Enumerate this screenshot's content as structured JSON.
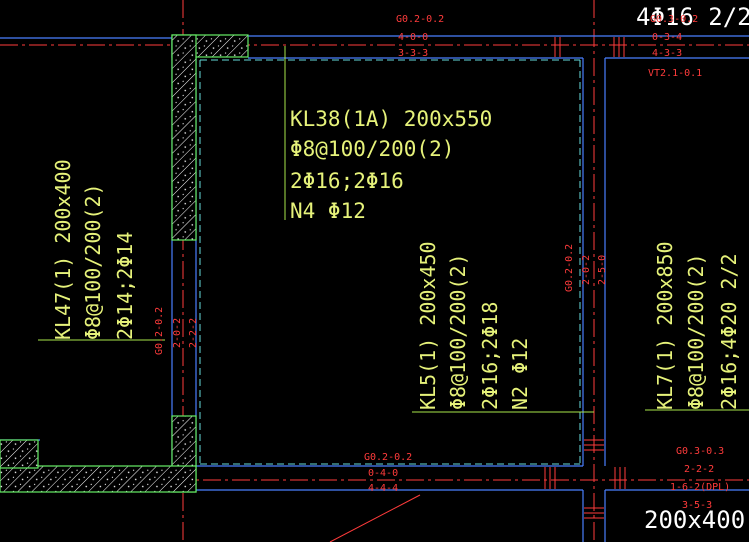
{
  "colors": {
    "background": "#000000",
    "beam_outline": "#4a7fff",
    "column_outline": "#66ee66",
    "dashed_beam": "#66dddd",
    "annotation_yellow": "#e6f27a",
    "annotation_red": "#ff3b3b",
    "leader_green": "#a8e64a",
    "white_text": "#ffffff",
    "hatch": "#ffffff"
  },
  "beams": {
    "kl38": {
      "l1": "KL38(1A) 200x550",
      "l2": "Φ8@100/200(2)",
      "l3": "2Φ16;2Φ16",
      "l4": "N4 Φ12"
    },
    "kl47": {
      "l1": "KL47(1) 200x400",
      "l2": "Φ8@100/200(2)",
      "l3": "2Φ14;2Φ14"
    },
    "kl5": {
      "l1": "KL5(1) 200x450",
      "l2": "Φ8@100/200(2)",
      "l3": "2Φ16;2Φ18",
      "l4": "N2 Φ12"
    },
    "kl7": {
      "l1": "KL7(1) 200x850",
      "l2": "Φ8@100/200(2)",
      "l3": "2Φ16;4Φ20 2/2"
    }
  },
  "top_right": {
    "rebar": "4Φ16 2/2",
    "section": "200x400"
  },
  "red_tags": {
    "top_mid": [
      "G0.2-0.2",
      "4-0-0",
      "3-3-3"
    ],
    "top_right": [
      "G0.3-0.2",
      "0-3-4",
      "4-3-3",
      "VT2.1-0.1"
    ],
    "left_vert": [
      "G0.2-0.2",
      "2-0-2",
      "2-2-2"
    ],
    "mid_vert": [
      "G0.2-0.2",
      "2-0-2",
      "2-5-0"
    ],
    "bot_mid": [
      "G0.2-0.2",
      "0-4-0",
      "4-4-4"
    ],
    "bot_right": [
      "G0.3-0.3",
      "2-2-2",
      "1-6-2(DPL)",
      "3-5-3"
    ]
  }
}
